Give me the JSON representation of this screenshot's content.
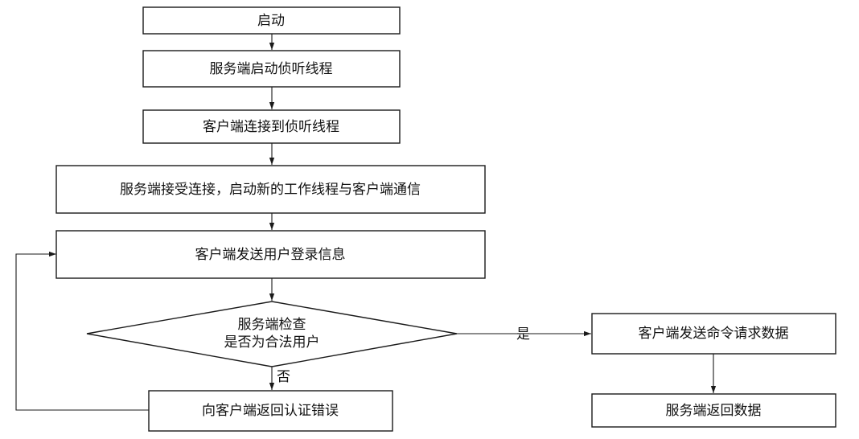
{
  "nodes": {
    "start": "启动",
    "server_listen": "服务端启动侦听线程",
    "client_connect": "客户端连接到侦听线程",
    "server_accept": "服务端接受连接，启动新的工作线程与客户端通信",
    "client_login": "客户端发送用户登录信息",
    "check_line1": "服务端检查",
    "check_line2": "是否为合法用户",
    "auth_error": "向客户端返回认证错误",
    "client_request": "客户端发送命令请求数据",
    "server_return": "服务端返回数据"
  },
  "edges": {
    "yes": "是",
    "no": "否"
  },
  "colors": {
    "line": "#1a1a1a",
    "fill": "#ffffff",
    "text": "#111111"
  }
}
